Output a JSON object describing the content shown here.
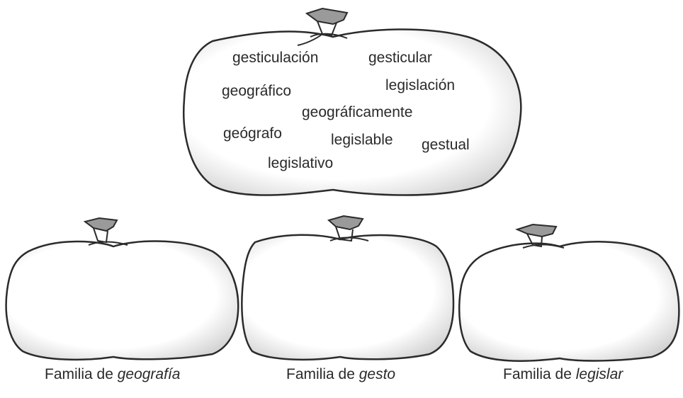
{
  "source_bag": {
    "words": [
      "gesticulación",
      "gesticular",
      "legislación",
      "geográfico",
      "geográficamente",
      "geógrafo",
      "legislable",
      "gestual",
      "legislativo"
    ]
  },
  "family_bags": [
    {
      "prefix": "Familia de",
      "word": "geografía"
    },
    {
      "prefix": "Familia de",
      "word": "gesto"
    },
    {
      "prefix": "Familia de",
      "word": "legislar"
    }
  ],
  "colors": {
    "outline": "#2b2b2b",
    "shading": "#d6d6d6",
    "knot_fill": "#9a9a9a",
    "text": "#2a2a2a"
  }
}
